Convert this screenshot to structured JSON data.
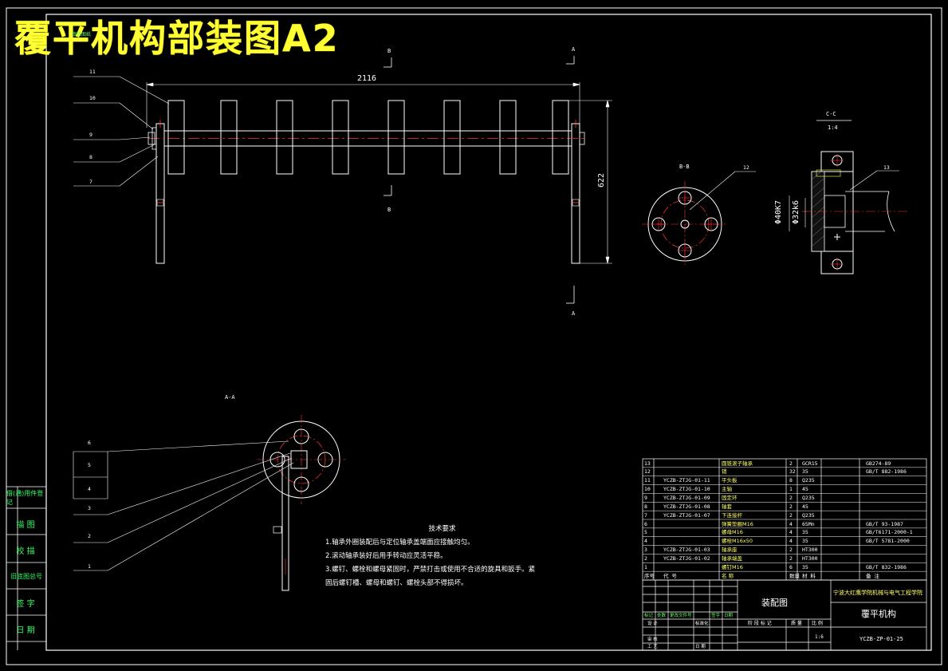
{
  "title": "覆平机构部装图A2",
  "views": {
    "section_b": "B",
    "section_a": "A",
    "dim_length": "2116",
    "dim_height": "622",
    "bb_label": "B-B",
    "cc_label": "C-C",
    "cc_scale": "1:4",
    "aa_label": "A-A",
    "dia1": "Φ40K7",
    "dia2": "Φ32k6"
  },
  "leaders_top": [
    "11",
    "10",
    "9",
    "8",
    "7"
  ],
  "leaders_bottom": [
    "6",
    "5",
    "4",
    "3",
    "2",
    "1"
  ],
  "callouts": [
    "12",
    "13"
  ],
  "side_strip": [
    "借(通)用件登记",
    "描 图",
    "校 描",
    "旧底图总号",
    "签 字",
    "日 期"
  ],
  "notes": {
    "heading": "技术要求",
    "lines": [
      "1.轴承外圈装配后与定位轴承盖端面应接触均匀。",
      "2.滚动轴承装好后用手转动应灵活平稳。",
      "3.螺钉、螺栓和螺母紧固时，严禁打击或使用不合适的旋具和扳手。紧",
      "固后螺钉槽、螺母和螺钉、螺栓头部不得损坏。"
    ]
  },
  "bom": {
    "rows": [
      {
        "no": "13",
        "code": "",
        "name": "圆锥滚子轴承",
        "qty": "2",
        "mat": "GCR15",
        "std": "GB274-89"
      },
      {
        "no": "12",
        "code": "",
        "name": "销",
        "qty": "32",
        "mat": "35",
        "std": "GB/T 882-1986"
      },
      {
        "no": "11",
        "code": "YCZB-ZTJG-01-11",
        "name": "平头板",
        "qty": "8",
        "mat": "Q235",
        "std": ""
      },
      {
        "no": "10",
        "code": "YCZB-ZTJG-01-10",
        "name": "主轴",
        "qty": "1",
        "mat": "45",
        "std": ""
      },
      {
        "no": "9",
        "code": "YCZB-ZTJG-01-09",
        "name": "固定环",
        "qty": "2",
        "mat": "Q235",
        "std": ""
      },
      {
        "no": "8",
        "code": "YCZB-ZTJG-01-08",
        "name": "轴套",
        "qty": "2",
        "mat": "45",
        "std": ""
      },
      {
        "no": "7",
        "code": "YCZB-ZTJG-01-07",
        "name": "下连接杆",
        "qty": "2",
        "mat": "Q235",
        "std": ""
      },
      {
        "no": "6",
        "code": "",
        "name": "弹簧垫圈M16",
        "qty": "4",
        "mat": "65Mn",
        "std": "GB/T 93-1987"
      },
      {
        "no": "5",
        "code": "",
        "name": "螺母M16",
        "qty": "4",
        "mat": "35",
        "std": "GB/T6171-2000-1"
      },
      {
        "no": "4",
        "code": "",
        "name": "螺栓M16x50",
        "qty": "4",
        "mat": "35",
        "std": "GB/T 5781-2000"
      },
      {
        "no": "3",
        "code": "YCZB-ZTJG-01-03",
        "name": "轴承座",
        "qty": "2",
        "mat": "HT300",
        "std": ""
      },
      {
        "no": "2",
        "code": "YCZB-ZTJG-01-02",
        "name": "轴承端盖",
        "qty": "2",
        "mat": "HT300",
        "std": ""
      },
      {
        "no": "1",
        "code": "",
        "name": "螺钉M16",
        "qty": "6",
        "mat": "35",
        "std": "GB/T 832-1986"
      }
    ],
    "header": {
      "no": "序号",
      "code": "代 号",
      "name": "名 称",
      "qty": "数量",
      "mat": "材 料",
      "std": "备 注"
    }
  },
  "titleblock": {
    "drawing_type": "装配图",
    "company": "宁波大红鹰学院机械与电气工程学院",
    "part_name": "覆平机构",
    "drawing_no": "YCZB-ZP-01-25",
    "row_labels": [
      "标记",
      "处数",
      "更改文件号",
      "签字",
      "日期"
    ],
    "design": "设 计",
    "standardize": "标准化",
    "review": "审 核",
    "process": "工 艺",
    "date": "日 期",
    "stage": "阶 段 标 记",
    "weight": "质 量",
    "scale": "比 例",
    "scale_value": "1:6",
    "top_left_tag": "审核图纸"
  }
}
